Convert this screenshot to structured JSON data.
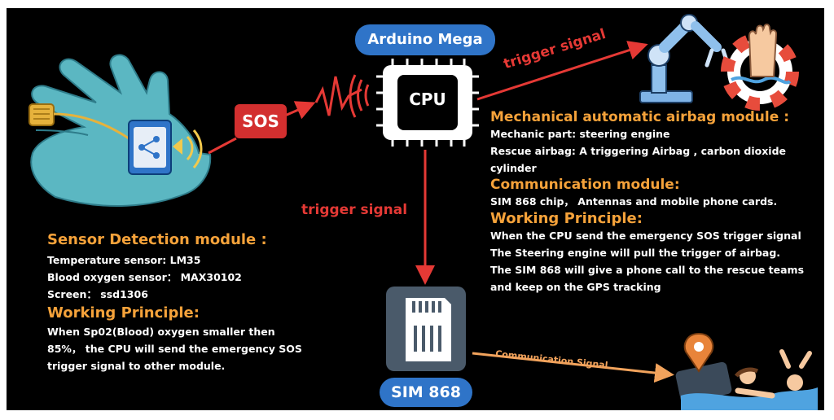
{
  "arduino_label": "Arduino Mega",
  "cpu_label": "CPU",
  "sos_label": "SOS",
  "sim_label": "SIM 868",
  "trigger_signal_top": "trigger signal",
  "trigger_signal_mid": "trigger signal",
  "communication_signal": "Communication Signal",
  "sensor": {
    "title": "Sensor Detection module :",
    "lines": [
      "Temperature sensor: LM35",
      "Blood oxygen sensor： MAX30102",
      "Screen： ssd1306"
    ],
    "principle_title": "Working Principle:",
    "principle_lines": [
      "When Sp02(Blood) oxygen smaller then",
      "85%， the CPU will send the emergency SOS",
      "trigger signal to other module."
    ]
  },
  "airbag": {
    "title": "Mechanical automatic airbag module :",
    "lines": [
      "Mechanic part: steering engine",
      "Rescue airbag: A triggering Airbag , carbon dioxide",
      "cylinder"
    ]
  },
  "comm": {
    "title": "Communication module:",
    "lines": [
      "SIM 868 chip， Antennas and mobile phone cards."
    ]
  },
  "right_principle": {
    "title": "Working Principle:",
    "lines": [
      "When the CPU  send the emergency SOS trigger signal",
      "The Steering engine will pull the trigger of airbag.",
      "The SIM 868 will give a phone call to the rescue teams",
      "and keep on the GPS tracking"
    ]
  },
  "colors": {
    "background": "#000000",
    "heading": "#f5a23a",
    "signal_red": "#e53935",
    "pill_blue": "#2f74c8",
    "communication_arrow": "#f2a35c"
  }
}
